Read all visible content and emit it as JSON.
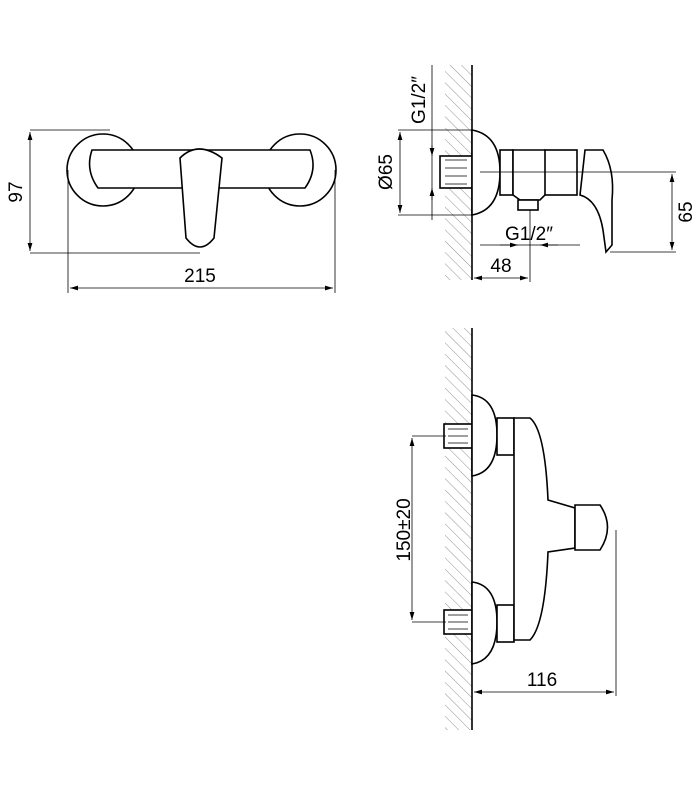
{
  "title": "Shower mixer dimensional drawing",
  "views": {
    "front": {
      "height_label": "97",
      "width_label": "215"
    },
    "side": {
      "thread_wall_label": "G1/2″",
      "rosette_diameter_label": "Ø65",
      "outlet_height_label": "65",
      "outlet_thread_label": "G1/2″",
      "depth_outlet_label": "48"
    },
    "top": {
      "centers_label": "150±20",
      "projection_label": "116"
    }
  },
  "colors": {
    "line": "#000000",
    "hatch": "#777777"
  }
}
